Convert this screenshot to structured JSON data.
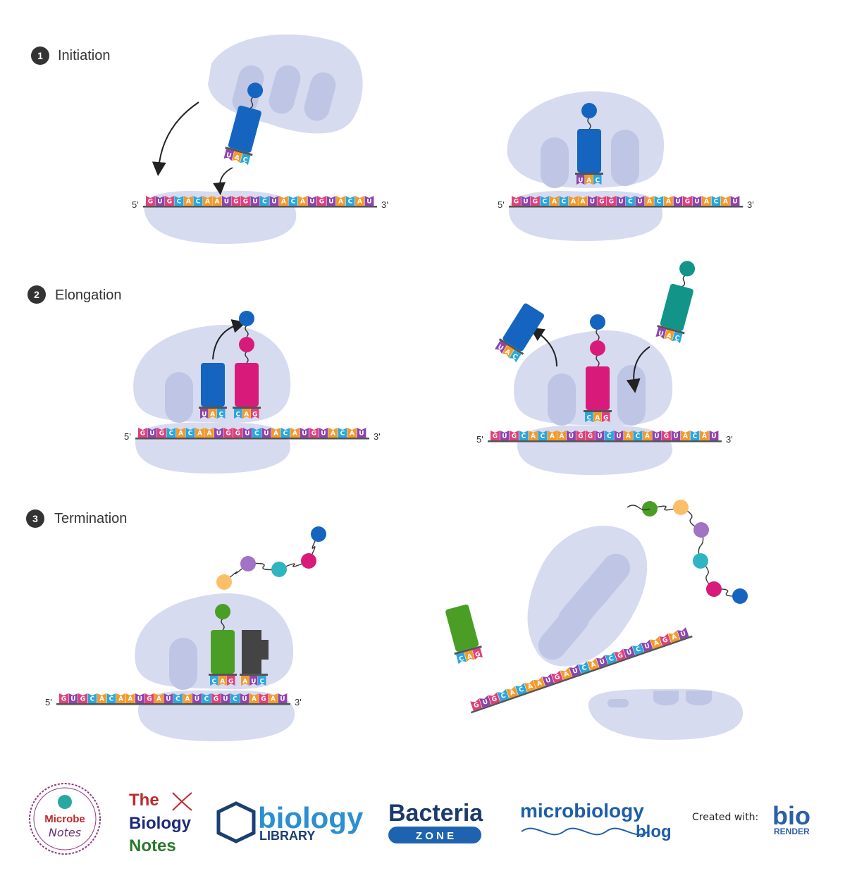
{
  "steps": [
    {
      "number": "1",
      "title": "Initiation"
    },
    {
      "number": "2",
      "title": "Elongation"
    },
    {
      "number": "3",
      "title": "Termination"
    }
  ],
  "strand_ends": {
    "five": "5'",
    "three": "3'"
  },
  "mrna_sequence": "GUGCACAAUGGUCUACAUGUACAU",
  "mrna_sequence_termination": "GUGCACAAUGAUCAUCGUCUAGAU",
  "anticodons": {
    "met": "UAC",
    "second": "CAG",
    "release_pair": "CAGAUC",
    "pair_elong": "UACCAG",
    "stop": "AUC"
  },
  "colors": {
    "ribosome": "#d7dbf0",
    "ribosome_dark": "#bfc5e4",
    "strand": "#555555",
    "A": "#f39a2b",
    "U": "#8e44ad",
    "G": "#e0407a",
    "C": "#2aa7dd",
    "trna_blue": "#1565c0",
    "trna_magenta": "#d81b7a",
    "trna_teal": "#129488",
    "trna_green": "#4a9e25",
    "release_factor": "#444444",
    "aa_blue": "#1565c0",
    "aa_magenta": "#d81b7a",
    "aa_teal": "#129488",
    "aa_green": "#4a9e25",
    "aa_yellow": "#fbbf6a",
    "aa_purple": "#a173c4",
    "aa_cyan": "#2fb5c1"
  },
  "logos": {
    "microbe_notes": {
      "line1": "Microbe",
      "line2": "Notes"
    },
    "biology_notes": {
      "line1": "The",
      "line2": "Biology",
      "line3": "Notes"
    },
    "biology_library": {
      "line1": "biology",
      "line2": "LIBRARY"
    },
    "bacteria_zone": {
      "line1": "Bacteria",
      "line2": "Z O N E"
    },
    "microbiology_blog": {
      "line1": "microbiology",
      "line2": "blog"
    },
    "biorender": {
      "prefix": "Created with:",
      "brand": "bio",
      "sub": "RENDER"
    }
  }
}
